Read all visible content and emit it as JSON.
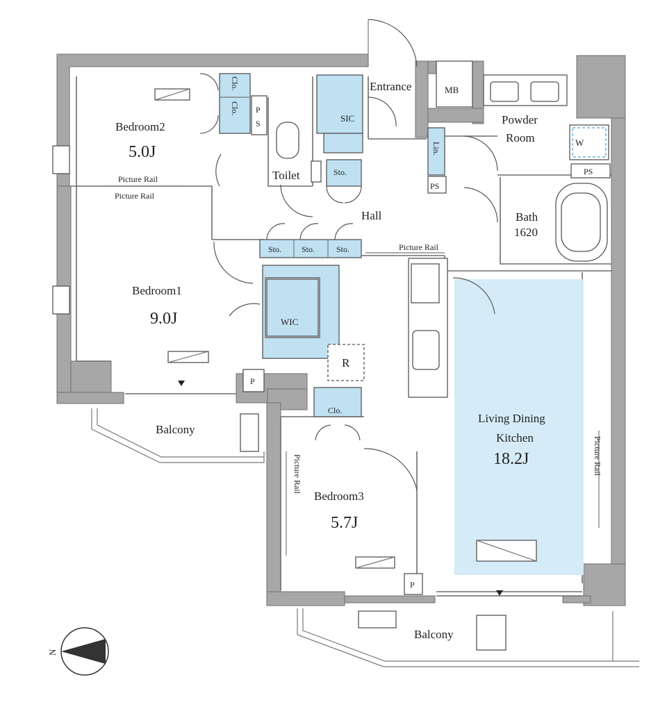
{
  "rooms": {
    "bedroom2": {
      "name": "Bedroom2",
      "size": "5.0J"
    },
    "bedroom1": {
      "name": "Bedroom1",
      "size": "9.0J"
    },
    "bedroom3": {
      "name": "Bedroom3",
      "size": "5.7J"
    },
    "ldk": {
      "line1": "Living Dining",
      "line2": "Kitchen",
      "size": "18.2J"
    },
    "bath": {
      "name": "Bath",
      "size": "1620"
    },
    "powder_room": {
      "line1": "Powder",
      "line2": "Room"
    },
    "entrance": "Entrance",
    "toilet": "Toilet",
    "hall": "Hall",
    "wic": "WIC",
    "sic": "SIC",
    "mb": "MB",
    "balcony_west": "Balcony",
    "balcony_south": "Balcony"
  },
  "fixtures": {
    "clo": "Clo.",
    "sto": "Sto.",
    "lin": "Lin.",
    "ps": "PS",
    "p": "P",
    "r": "R",
    "w": "W",
    "p_s_top": "P",
    "p_s_bottom": "S"
  },
  "picture_rail": "Picture Rail",
  "compass": {
    "north": "N"
  },
  "colors": {
    "wall": "#a7a7a7",
    "storage": "#bfe1f2",
    "ldk_floor": "#d5ecf8"
  }
}
